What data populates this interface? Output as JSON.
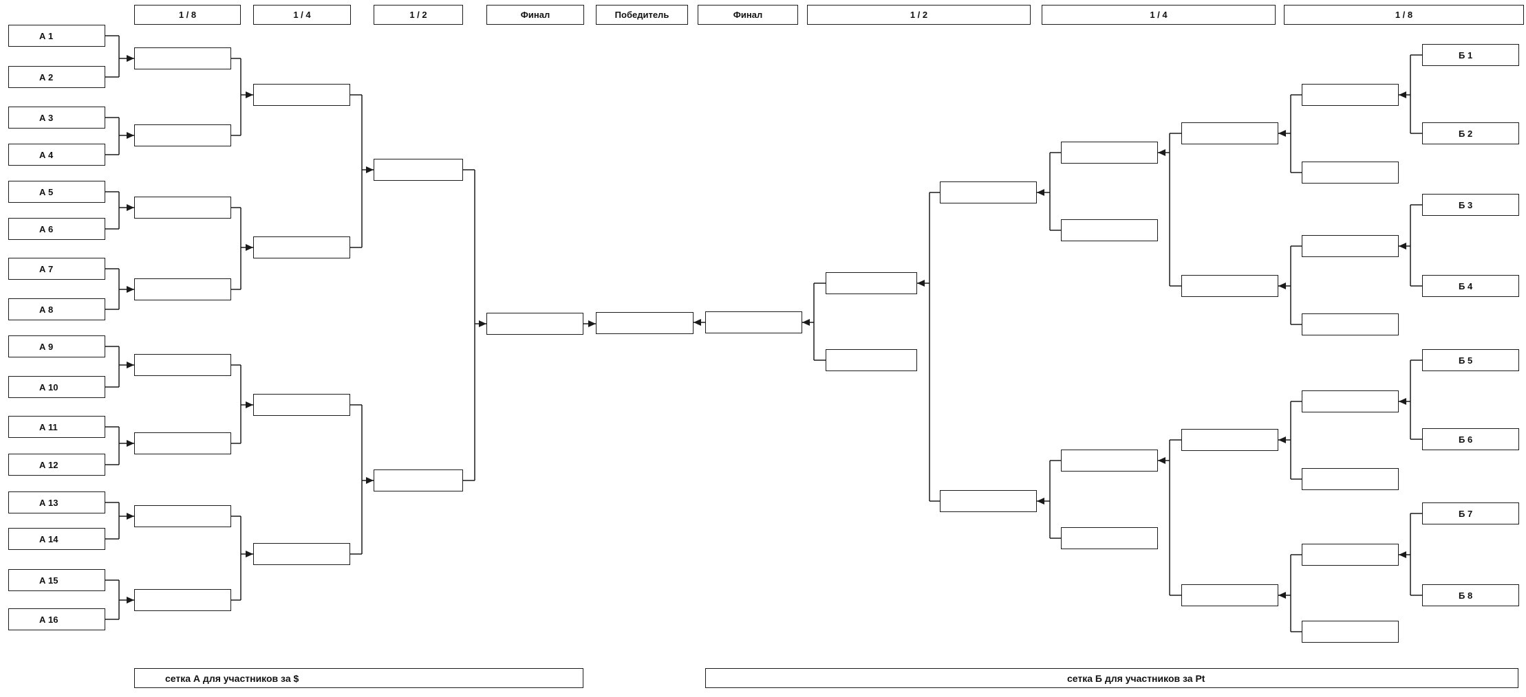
{
  "headers": {
    "left": [
      "1 / 8",
      "1 / 4",
      "1 / 2",
      "Финал"
    ],
    "center": "Победитель",
    "right": [
      "Финал",
      "1 / 2",
      "1 / 4",
      "1 / 8"
    ]
  },
  "bracket_a": {
    "participants": [
      "А 1",
      "А 2",
      "А 3",
      "А 4",
      "А 5",
      "А 6",
      "А 7",
      "А 8",
      "А 9",
      "А 10",
      "А 11",
      "А 12",
      "А 13",
      "А 14",
      "А 15",
      "А 16"
    ],
    "caption": "сетка  А для  участников за  $"
  },
  "bracket_b": {
    "participants": [
      "Б  1",
      "Б  2",
      "Б  3",
      "Б  4",
      "Б  5",
      "Б  6",
      "Б  7",
      "Б  8"
    ],
    "caption": "сетка  Б для  участников за  Pt"
  },
  "colors": {
    "line": "#1a1a1a",
    "background": "#ffffff"
  }
}
